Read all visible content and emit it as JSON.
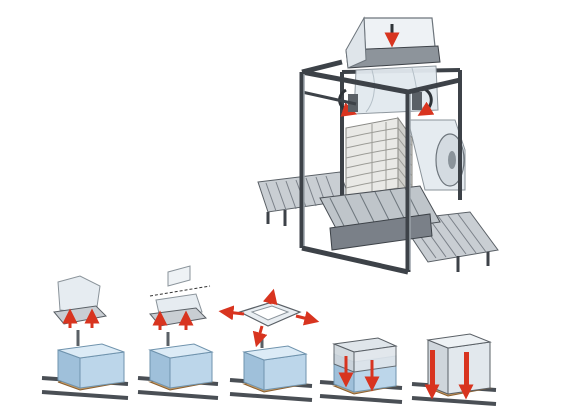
{
  "illustration": {
    "description_free": true,
    "palette": {
      "frame_dark": "#3d4248",
      "frame_mid": "#7a8088",
      "frame_light": "#c9ced3",
      "film": "#dfe6ec",
      "film_shade": "#b9c4cc",
      "bag": "#e8e8e6",
      "bag_shade": "#b4b4b0",
      "conveyor": "#9aa1a8",
      "roller": "#d7dbde",
      "pallet": "#c89a62",
      "pallet_dark": "#9a7040",
      "box": "#bcd6ea",
      "box_shade": "#8fb4cf",
      "box_top": "#dcebf6",
      "arrow_red": "#d8341f",
      "rail": "#4a4f55"
    },
    "steps": [
      {
        "id": "step-1",
        "icon": "film-hood-lowered-icon"
      },
      {
        "id": "step-2",
        "icon": "film-cut-icon"
      },
      {
        "id": "step-3",
        "icon": "film-stretch-icon"
      },
      {
        "id": "step-4",
        "icon": "hood-pulled-down-icon"
      },
      {
        "id": "step-5",
        "icon": "hood-finished-icon"
      }
    ]
  }
}
